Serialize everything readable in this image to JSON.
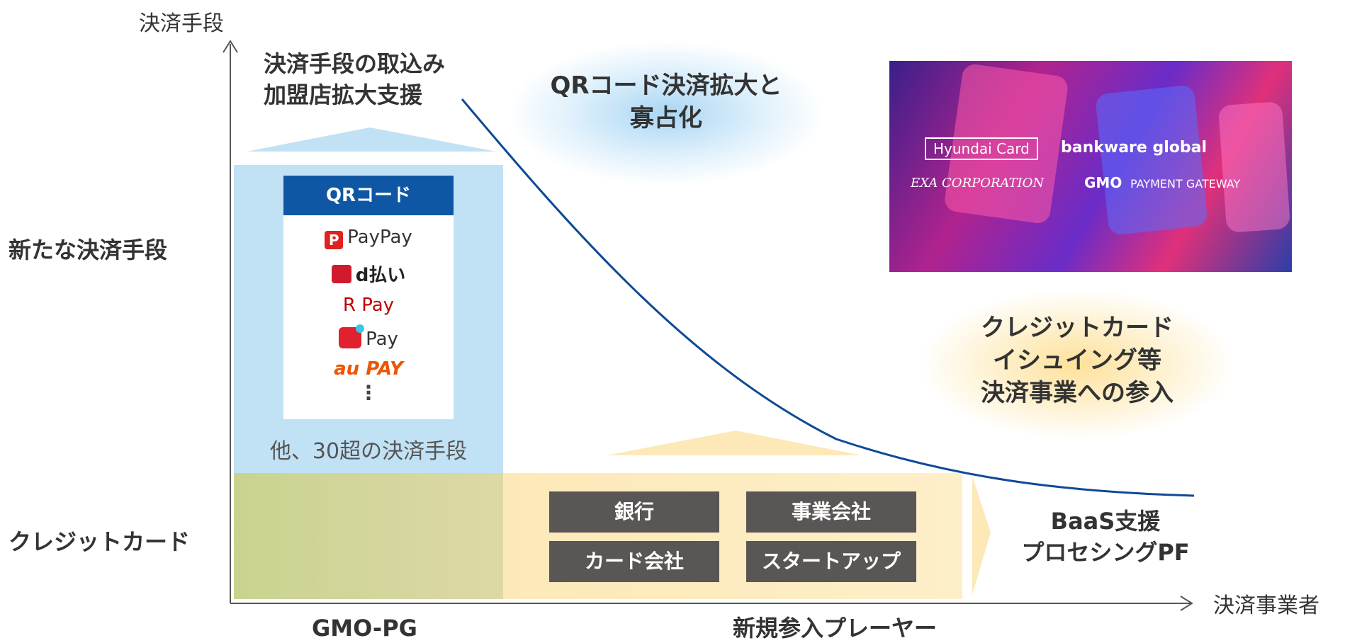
{
  "axes": {
    "y_title": "決済手段",
    "x_title": "決済事業者",
    "y_level_new": "新たな決済手段",
    "y_level_credit": "クレジットカード",
    "x_group_left": "GMO-PG",
    "x_group_right": "新規参入プレーヤー"
  },
  "top_left_heading": [
    "決済手段の取込み",
    "加盟店拡大支援"
  ],
  "qr_panel": {
    "header": "QRコード",
    "brands": [
      "PayPay",
      "d払い",
      "R Pay",
      "Pay",
      "au PAY"
    ],
    "ellipsis": "⋮",
    "caption": "他、30超の決済手段"
  },
  "qr_trend": [
    "QRコード決済拡大と",
    "寡占化"
  ],
  "credit_trend": [
    "クレジットカード",
    "イシュイング等",
    "決済事業への参入"
  ],
  "players": [
    "銀行",
    "事業会社",
    "カード会社",
    "スタートアップ"
  ],
  "baas": [
    "BaaS支援",
    "プロセシングPF"
  ],
  "card_image": {
    "brands": [
      "Hyundai Card",
      "bankware global",
      "EXA CORPORATION",
      "GMO",
      "PAYMENT GATEWAY"
    ]
  },
  "colors": {
    "curve": "#0f4a96",
    "qr_header": "#0f57a4",
    "blue_column": "#c1e1f4",
    "gray_box": "#5a5655",
    "yellow_band": "#fde9b8",
    "green_band": "#cdd495",
    "paypay_red": "#e0211f",
    "au_orange": "#eb5505"
  }
}
